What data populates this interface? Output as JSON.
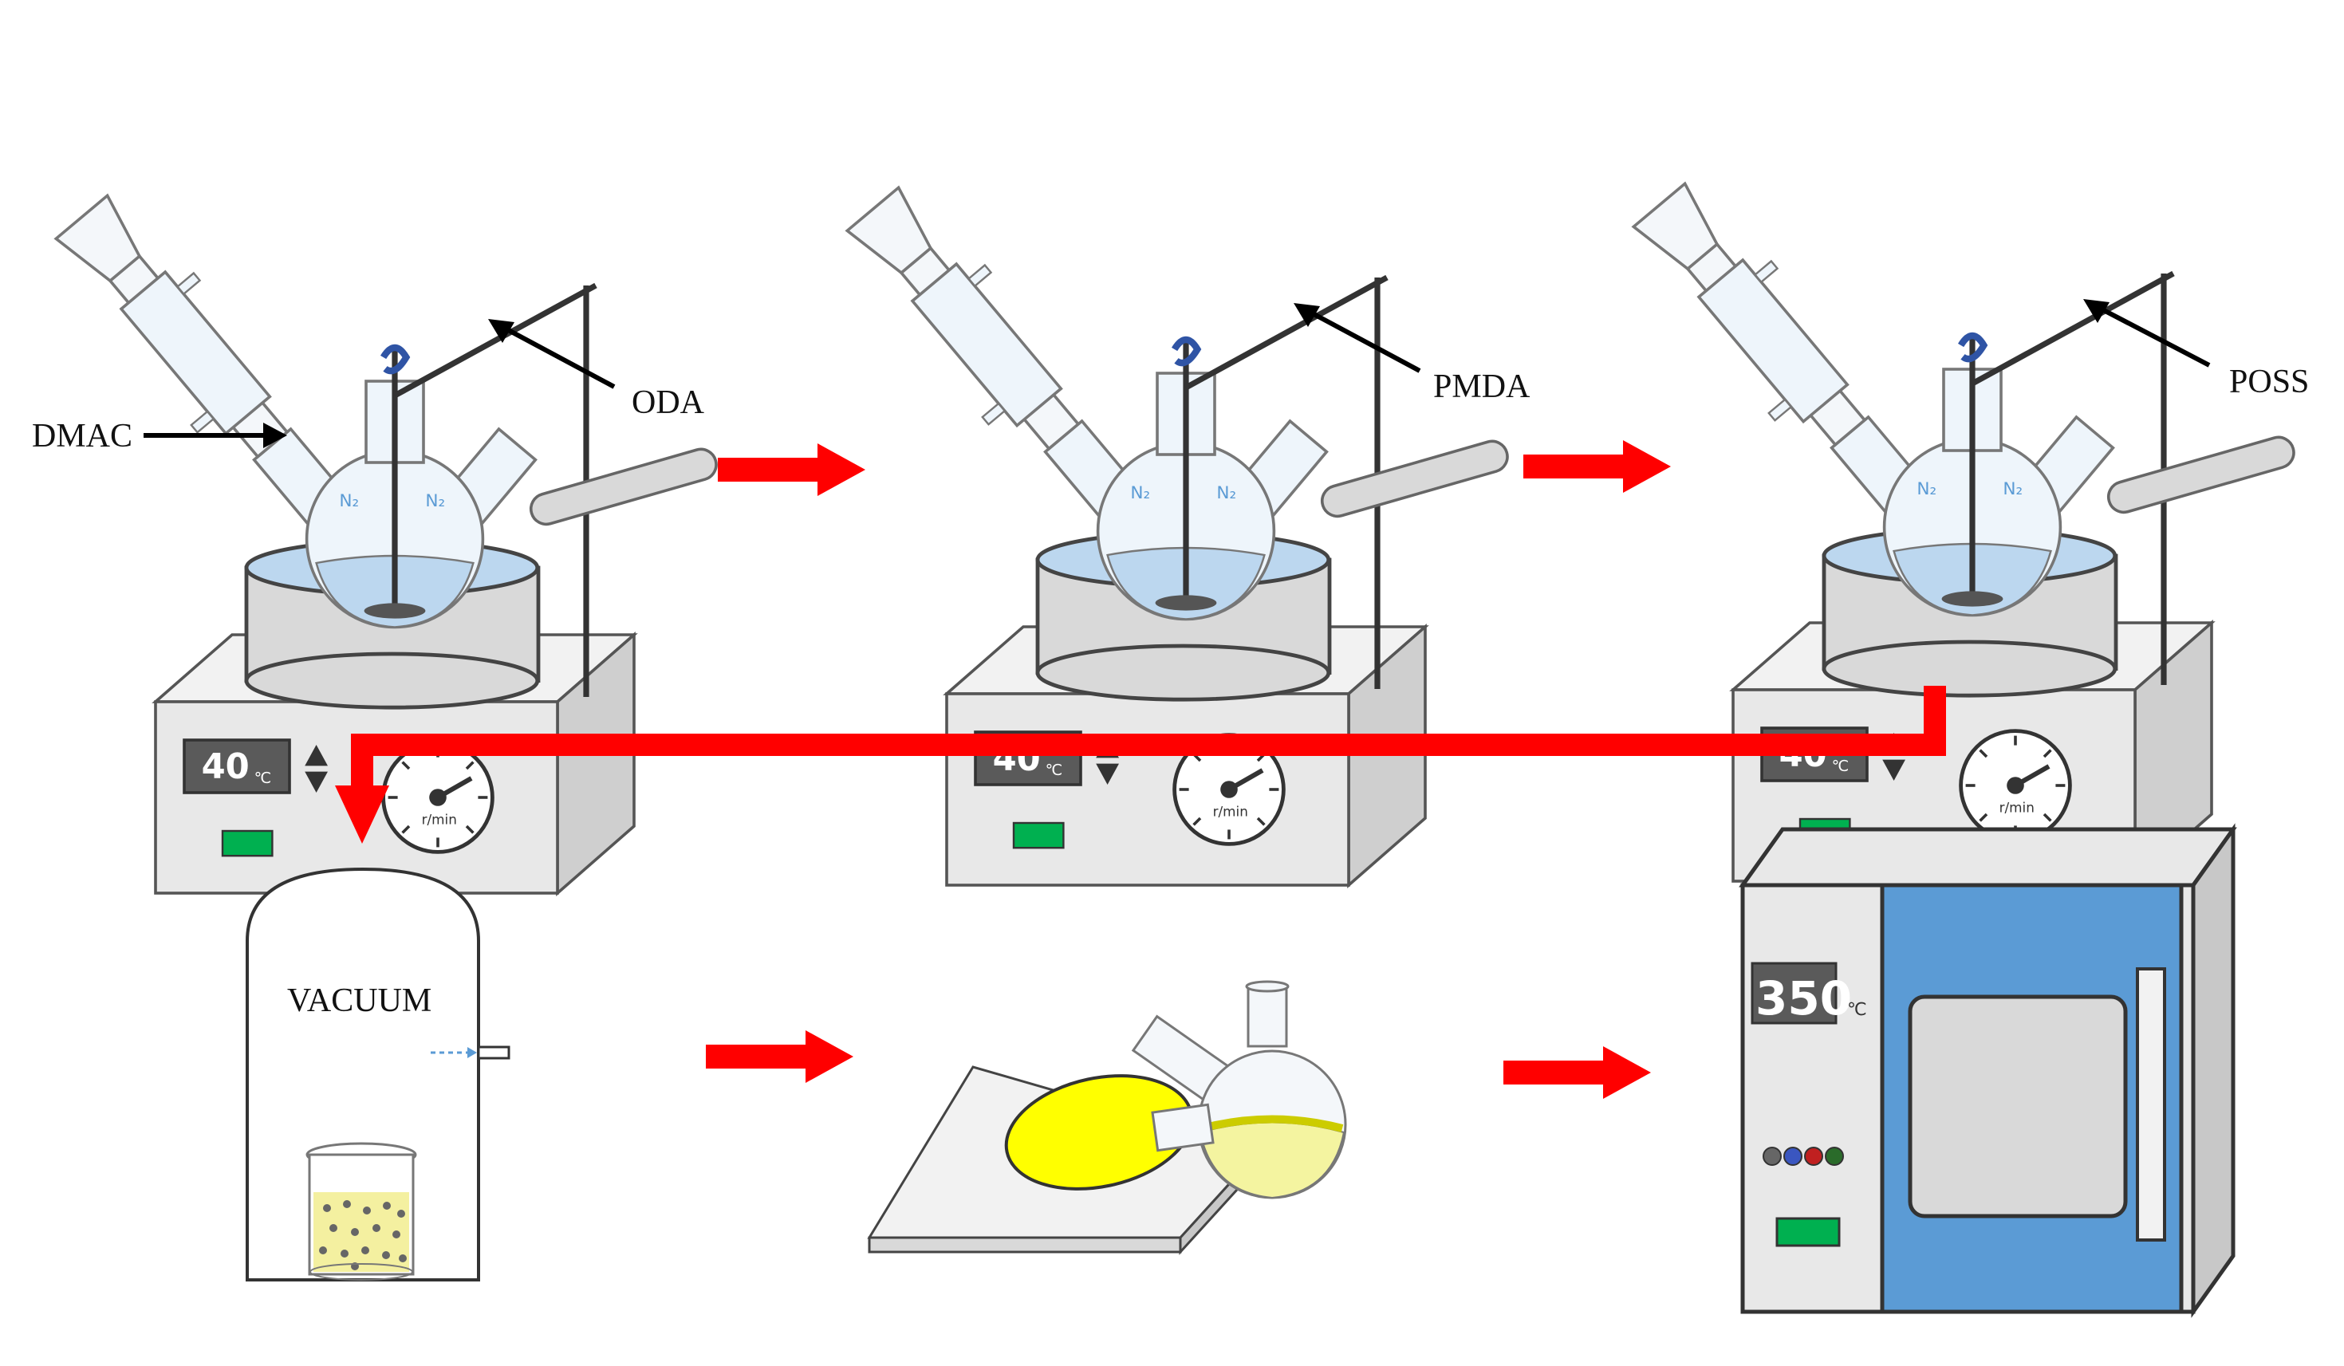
{
  "labels": {
    "dmac": "DMAC",
    "oda": "ODA",
    "pmda": "PMDA",
    "poss": "POSS",
    "vacuum": "VACUUM"
  },
  "stirrer": {
    "temperature": "40",
    "unit": "℃",
    "rpm": "r/min",
    "gas": "N₂"
  },
  "oven": {
    "temperature": "350",
    "unit": "℃"
  },
  "colors": {
    "arrow": "#ff0000",
    "oven_door": "#5b9bd5",
    "solution": "#ffff00",
    "bath_water": "#bcd7ef",
    "indicator": "#00b050"
  }
}
